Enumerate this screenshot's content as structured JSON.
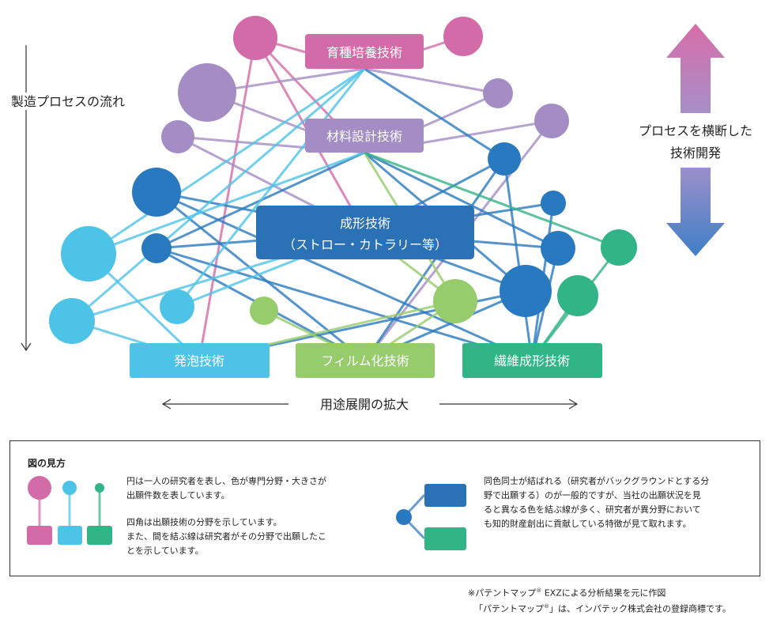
{
  "diagram": {
    "boxes": {
      "breeding": "育種培養技術",
      "material": "材料設計技術",
      "molding_line1": "成形技術",
      "molding_line2": "（ストロー・カトラリー等）",
      "foam": "発泡技術",
      "film": "フィルム化技術",
      "fiber": "繊維成形技術"
    },
    "left_axis_label": "製造プロセスの流れ",
    "right_label_line1": "プロセスを横断した",
    "right_label_line2": "技術開発",
    "bottom_label": "用途展開の拡大"
  },
  "colors": {
    "pink": "#d36ba9",
    "purple": "#a48cc4",
    "dark_blue": "#2979c0",
    "light_blue": "#4dc3e8",
    "light_green": "#96cc6c",
    "green": "#31b486"
  },
  "legend": {
    "title": "図の見方",
    "text1_line1": "円は一人の研究者を表し、色が専門分野・大きさが",
    "text1_line2": "出願件数を表しています。",
    "text2_line1": "四角は出願技術の分野を示しています。",
    "text2_line2": "また、間を結ぶ線は研究者がその分野で出願したこ",
    "text2_line3": "とを示しています。",
    "text3_line1": "同色同士が結ばれる（研究者がバックグラウンドとする分",
    "text3_line2": "野で出願する）のが一般的ですが、当社の出願状況を見",
    "text3_line3": "ると異なる色を結ぶ線が多く、研究者が異分野において",
    "text3_line4": "も知的財産創出に貢献している特徴が見て取れます。"
  },
  "footnote": {
    "line1_prefix": "※パテントマップ",
    "line1_suffix": " EXZによる分析結果を元に作図",
    "line2_prefix": "「パテントマップ",
    "line2_suffix": "」は、インパテック株式会社の登録商標です。",
    "reg_mark": "®"
  }
}
